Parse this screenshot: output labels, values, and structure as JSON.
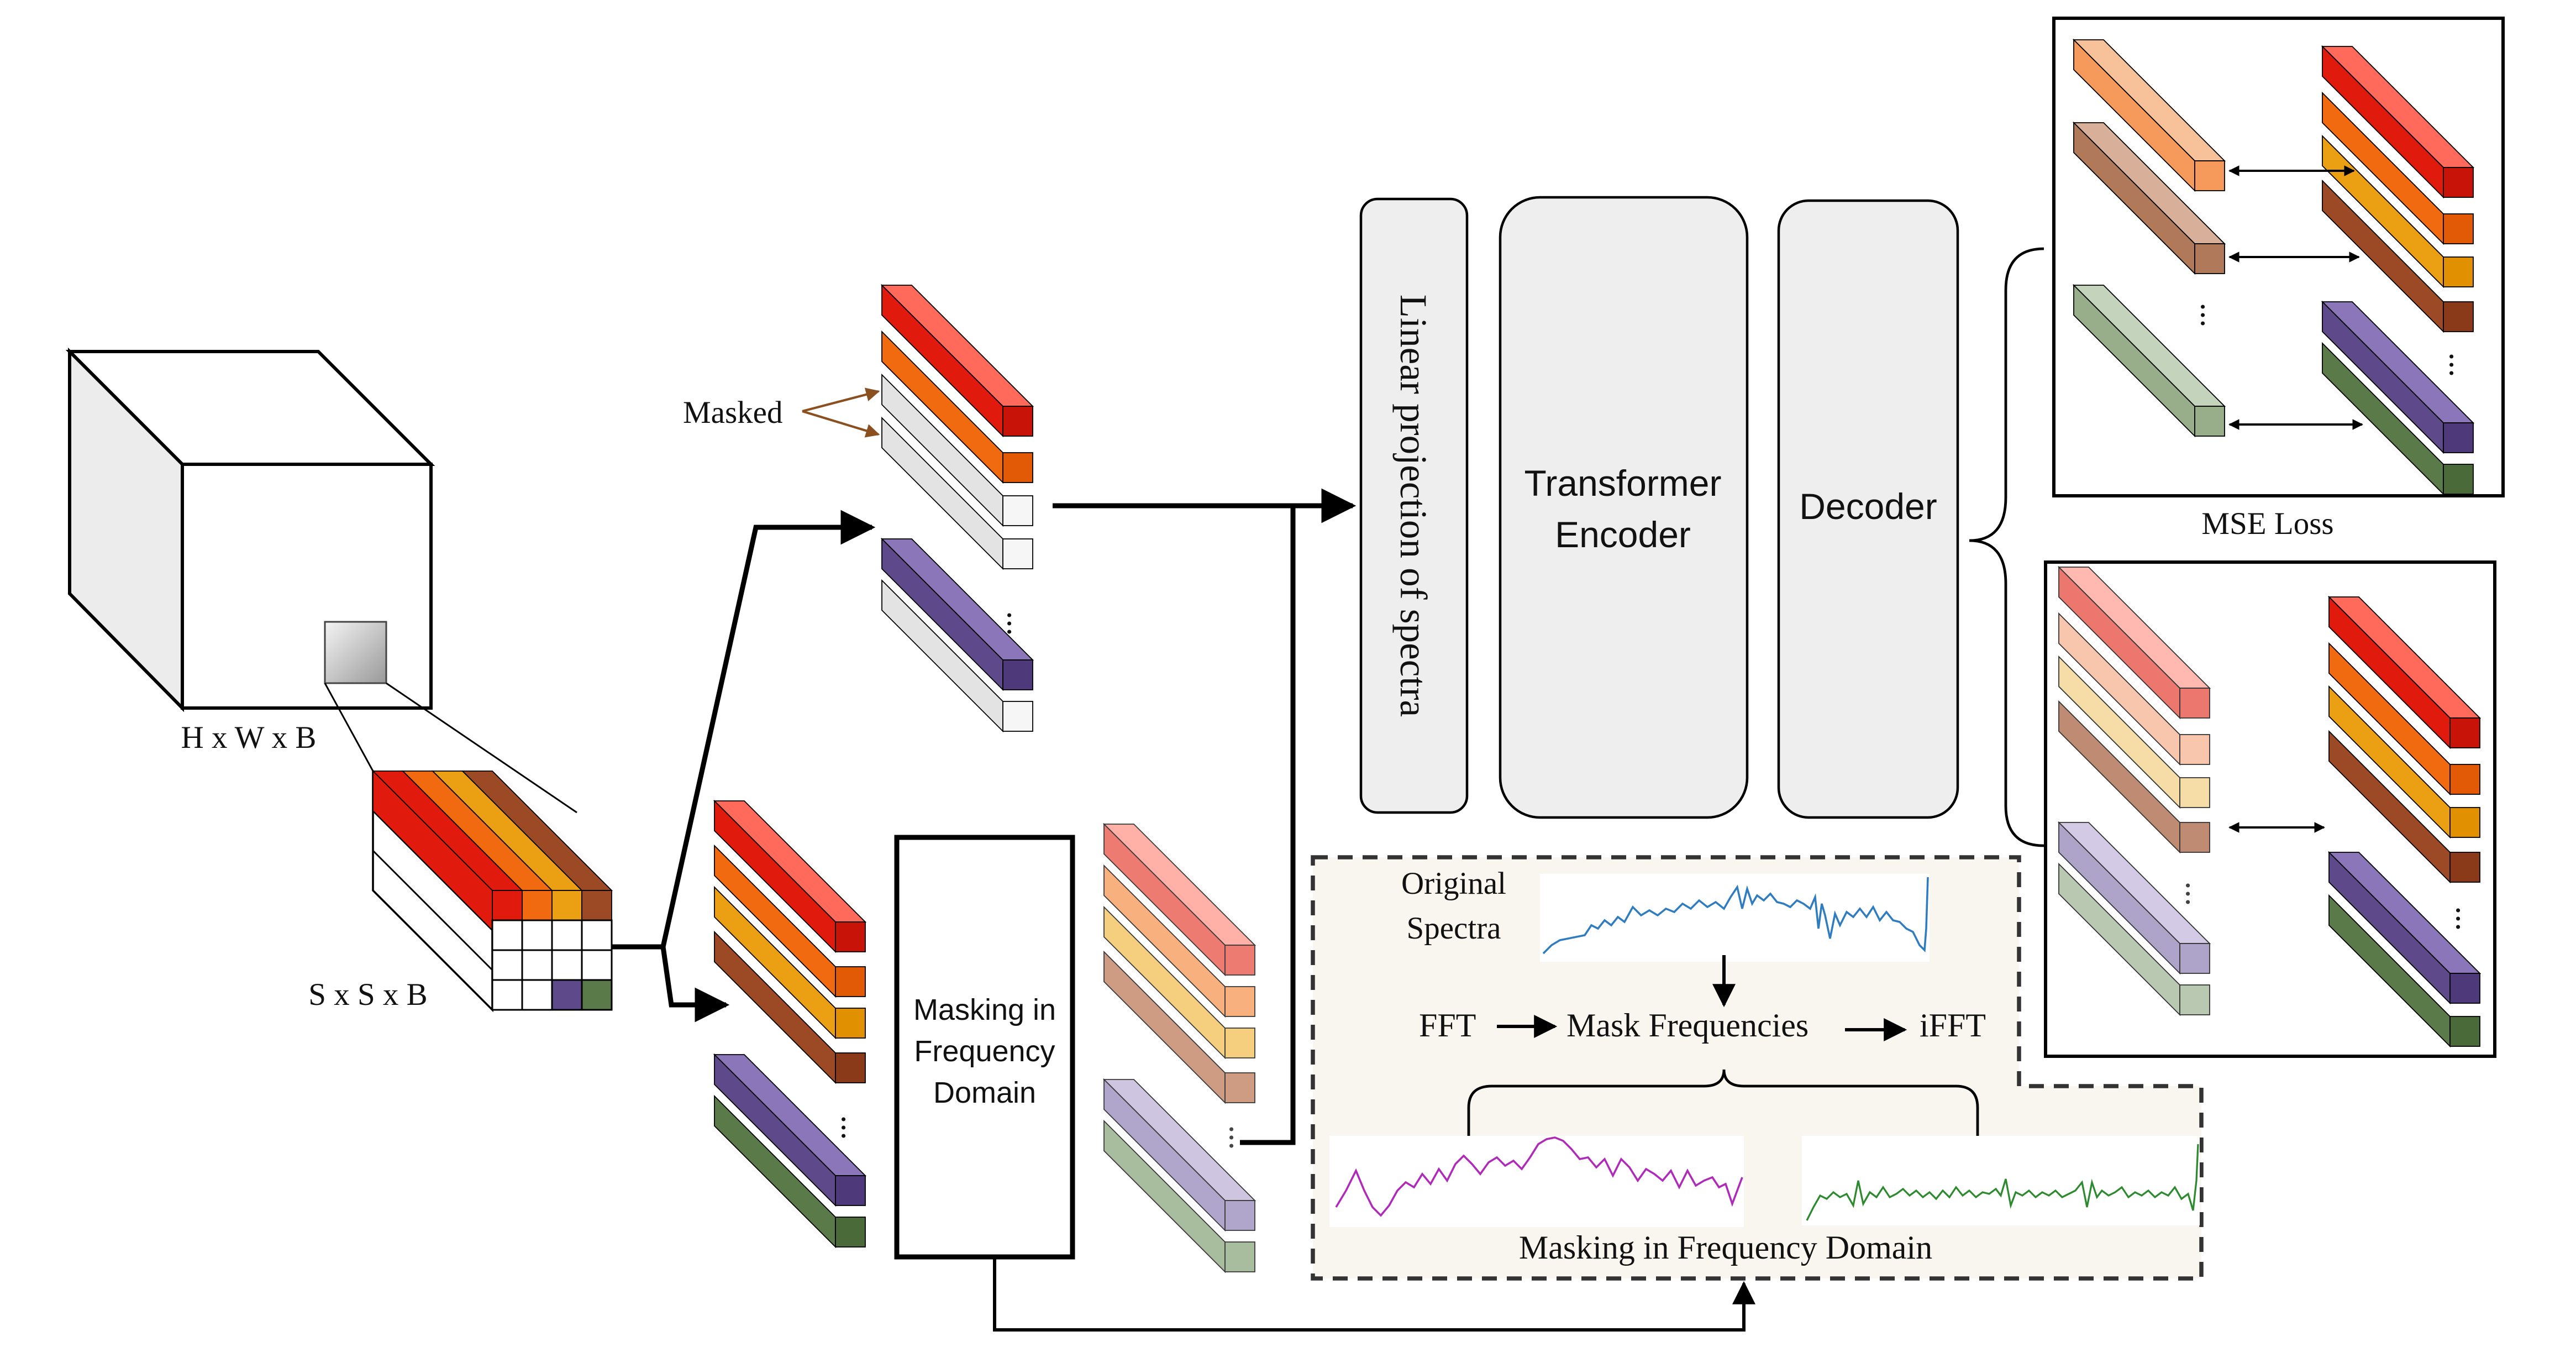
{
  "labels": {
    "masked": "Masked",
    "cube_dims": "H x W x B",
    "patch_dims": "S x S x B",
    "linear_projection": "Linear projection of spectra",
    "transformer_line1": "Transformer",
    "transformer_line2": "Encoder",
    "decoder": "Decoder",
    "mse_loss": "MSE Loss",
    "masking_fd_line1": "Masking in",
    "masking_fd_line2": "Frequency",
    "masking_fd_line3": "Domain",
    "original_spectra_line1": "Original",
    "original_spectra_line2": "Spectra",
    "fft": "FFT",
    "mask_frequencies": "Mask Frequencies",
    "ifft": "iFFT",
    "masking_fd_caption": "Masking in Frequency Domain"
  },
  "colors": {
    "band_red": "#e01a0c",
    "band_orange": "#f26a0f",
    "band_amber": "#eaa012",
    "band_brown": "#9c4a25",
    "band_purple": "#5e4a8a",
    "band_green": "#5a7a4a",
    "masked_gray": "#e3e3e3",
    "block_fill": "#eeeeee",
    "dashed_panel_fill": "#f8f6ee",
    "original_spectrum_line": "#2f7cc0",
    "masked_spectrum_line": "#b02aba",
    "ifft_spectrum_line": "#2e8a2e",
    "masked_arrow": "#8a5020"
  }
}
